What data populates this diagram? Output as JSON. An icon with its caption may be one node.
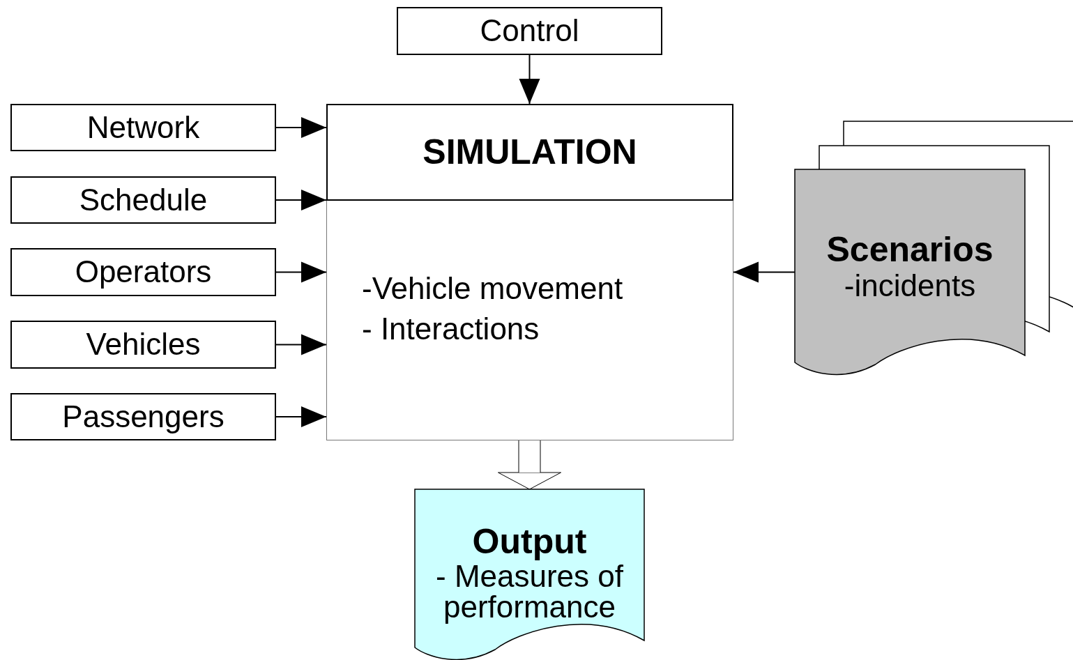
{
  "diagram": {
    "nodes": [
      {
        "text": [
          "Control"
        ]
      },
      {
        "text": [
          "SIMULATION",
          "-Vehicle movement",
          "- Interactions"
        ]
      },
      {
        "text": [
          "Network"
        ]
      },
      {
        "text": [
          "Schedule"
        ]
      },
      {
        "text": [
          "Operators"
        ]
      },
      {
        "text": [
          "Vehicles"
        ]
      },
      {
        "text": [
          "Passengers"
        ]
      },
      {
        "text": [
          "Scenarios",
          "-incidents"
        ]
      },
      {
        "text": [
          "Output",
          "- Measures of performance"
        ]
      }
    ],
    "edges": [
      {
        "from": 0,
        "to": 1,
        "arrow": "to"
      },
      {
        "from": 2,
        "to": 1,
        "arrow": "to"
      },
      {
        "from": 3,
        "to": 1,
        "arrow": "to"
      },
      {
        "from": 4,
        "to": 1,
        "arrow": "to"
      },
      {
        "from": 5,
        "to": 1,
        "arrow": "to"
      },
      {
        "from": 6,
        "to": 1,
        "arrow": "to"
      },
      {
        "from": 7,
        "to": 1,
        "arrow": "to"
      },
      {
        "from": 1,
        "to": 8,
        "arrow": "to",
        "style": "thick"
      }
    ]
  }
}
